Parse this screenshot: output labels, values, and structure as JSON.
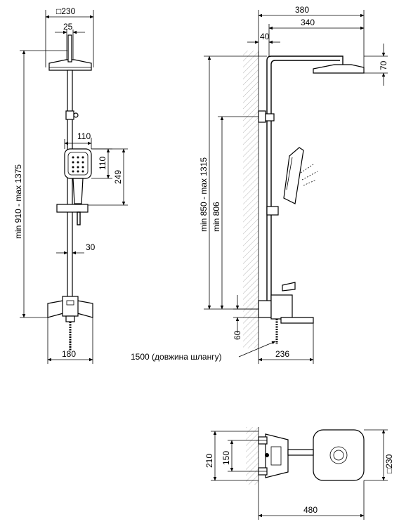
{
  "front_view": {
    "head_size": "□230",
    "stem_width": "25",
    "height_range": "min 910 - max 1375",
    "handset_width": "110",
    "handset_head_height": "110",
    "handset_length": "249",
    "bar_offset": "30",
    "mixer_width": "180"
  },
  "side_view": {
    "arm_total": "380",
    "arm_length": "340",
    "wall_offset": "40",
    "head_height": "70",
    "height_range": "min 850 - max 1315",
    "min_height": "min 806",
    "spout_height": "60",
    "hose_length": "1500 (довжина шлангу)",
    "spout_reach": "236"
  },
  "plan_view": {
    "mount_spacing": "210",
    "inlet_spacing": "150",
    "head_size": "□230",
    "total_depth": "480"
  }
}
